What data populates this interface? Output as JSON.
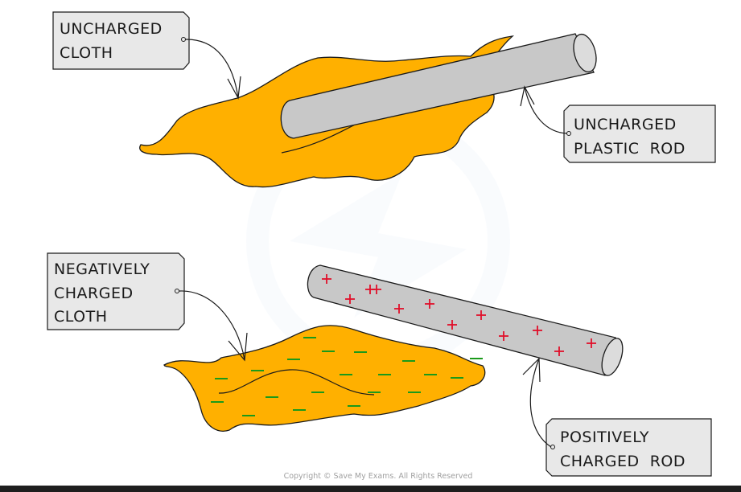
{
  "diagram": {
    "title": "Charging a plastic rod by friction with a cloth",
    "colors": {
      "cloth": "#ffb000",
      "rod": "#c8c8c8",
      "rod_end": "#dcdcdc",
      "tag_fill": "#e8e8e8",
      "positive_charge": "#e0102a",
      "negative_charge": "#1a9a1a",
      "outline": "#1a1a1a"
    },
    "before": {
      "cloth_label": [
        "UNCHARGED",
        "CLOTH"
      ],
      "rod_label": [
        "UNCHARGED",
        "PLASTIC  ROD"
      ]
    },
    "after": {
      "cloth_label": [
        "NEGATIVELY",
        "CHARGED",
        "CLOTH"
      ],
      "rod_label": [
        "POSITIVELY",
        "CHARGED  ROD"
      ],
      "positive_symbol": "+",
      "negative_symbol": "−",
      "positive_charge_count": 12,
      "negative_charge_count": 20
    },
    "copyright": "Copyright © Save My Exams. All Rights Reserved"
  }
}
